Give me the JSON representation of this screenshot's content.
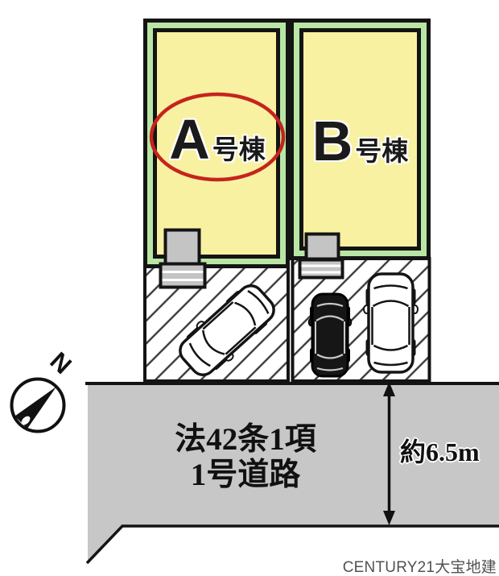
{
  "diagram": {
    "lots": {
      "a": {
        "letter": "A",
        "suffix": "号棟"
      },
      "b": {
        "letter": "B",
        "suffix": "号棟"
      }
    },
    "road": {
      "name_line1": "法42条1項",
      "name_line2": "1号道路",
      "width_label": "約6.5m"
    },
    "compass": {
      "north_label": "N"
    },
    "watermark": "CENTURY21大宝地建",
    "colors": {
      "lot_fill": "#f8f1a1",
      "lot_band": "#b9e6a4",
      "steps_gray": "#c4c4c4",
      "road_gray": "#c7c7c7",
      "highlight_red": "#c5241e",
      "hatch_line": "#3a3a3a",
      "ink": "#141414"
    }
  }
}
